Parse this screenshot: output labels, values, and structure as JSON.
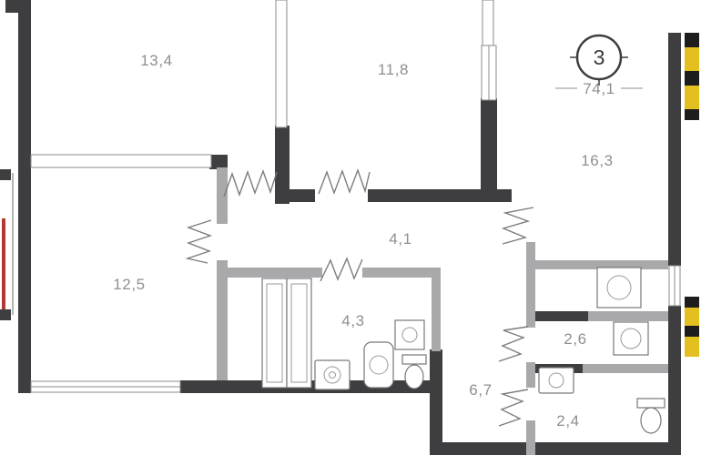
{
  "plan": {
    "type": "apartment-floor-plan",
    "stamp": {
      "rooms_count": "3",
      "total_area": "74,1"
    },
    "rooms": [
      {
        "id": "room-13-4",
        "area": "13,4"
      },
      {
        "id": "room-11-8",
        "area": "11,8"
      },
      {
        "id": "room-16-3",
        "area": "16,3"
      },
      {
        "id": "hall-4-1",
        "area": "4,1"
      },
      {
        "id": "room-12-5",
        "area": "12,5"
      },
      {
        "id": "hall-4-3",
        "area": "4,3"
      },
      {
        "id": "room-2-6",
        "area": "2,6"
      },
      {
        "id": "bath-6-7",
        "area": "6,7"
      },
      {
        "id": "wc-2-4",
        "area": "2,4"
      }
    ],
    "colors": {
      "wall": "#3e3e40",
      "partition": "#a9a9ab",
      "label": "#8f8f91",
      "axis_marker_yellow": "#e3bf1f",
      "axis_marker_black": "#1d1d1d",
      "balcony_red": "#b23a34"
    }
  }
}
